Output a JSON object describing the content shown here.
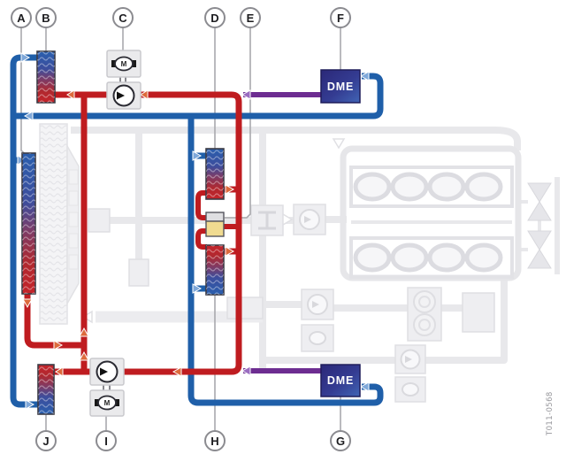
{
  "watermark": {
    "text": "T011-0568"
  },
  "callouts": [
    {
      "letter": "A"
    },
    {
      "letter": "B"
    },
    {
      "letter": "C"
    },
    {
      "letter": "D"
    },
    {
      "letter": "E"
    },
    {
      "letter": "F"
    },
    {
      "letter": "G"
    },
    {
      "letter": "H"
    },
    {
      "letter": "I"
    },
    {
      "letter": "J"
    }
  ],
  "control_units": {
    "top_label": "DME",
    "bottom_label": "DME"
  },
  "symbols": {
    "motor_label": "M"
  },
  "colors": {
    "coolant_cold": "#1f5fa9",
    "coolant_hot": "#bf1c20",
    "control_line": "#6d2d91",
    "thermostat_body": "#f0db90",
    "dme_gradient_start": "#2b2878",
    "dme_gradient_end": "#4165b5",
    "inactive_circuit": "#e8e8eb"
  }
}
